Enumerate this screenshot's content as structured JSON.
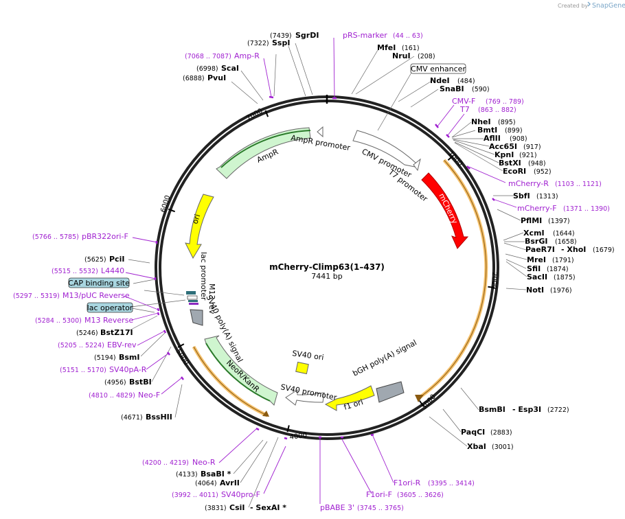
{
  "credit": {
    "prefix": "Created by",
    "brand": "SnapGene"
  },
  "map": {
    "name": "mCherry-Climp63(1–437)",
    "length": "7441 bp",
    "total_bp": 7441
  },
  "ticks": [
    {
      "label": "1000",
      "bp": 1000
    },
    {
      "label": "2000",
      "bp": 2000
    },
    {
      "label": "3000",
      "bp": 3000
    },
    {
      "label": "4000",
      "bp": 4000
    },
    {
      "label": "5000",
      "bp": 5000
    },
    {
      "label": "6000",
      "bp": 6000
    },
    {
      "label": "7000",
      "bp": 7000
    }
  ],
  "sites": [
    {
      "name": "SgrDI",
      "pos": "(7439)",
      "bp": 7439,
      "side": "left"
    },
    {
      "name": "SspI",
      "pos": "(7322)",
      "bp": 7322,
      "side": "left"
    },
    {
      "name": "ScaI",
      "pos": "(6998)",
      "bp": 6998,
      "side": "left"
    },
    {
      "name": "PvuI",
      "pos": "(6888)",
      "bp": 6888,
      "side": "left"
    },
    {
      "name": "MfeI",
      "pos": "(161)",
      "bp": 161,
      "side": "right"
    },
    {
      "name": "NruI",
      "pos": "(208)",
      "bp": 208,
      "side": "right"
    },
    {
      "name": "NdeI",
      "pos": "(484)",
      "bp": 484,
      "side": "right"
    },
    {
      "name": "SnaBI",
      "pos": "(590)",
      "bp": 590,
      "side": "right"
    },
    {
      "name": "NheI",
      "pos": "(895)",
      "bp": 895,
      "side": "right"
    },
    {
      "name": "BmtI",
      "pos": "(899)",
      "bp": 899,
      "side": "right"
    },
    {
      "name": "AflII",
      "pos": "(908)",
      "bp": 908,
      "side": "right"
    },
    {
      "name": "Acc65I",
      "pos": "(917)",
      "bp": 917,
      "side": "right"
    },
    {
      "name": "KpnI",
      "pos": "(921)",
      "bp": 921,
      "side": "right"
    },
    {
      "name": "BstXI",
      "pos": "(948)",
      "bp": 948,
      "side": "right"
    },
    {
      "name": "EcoRI",
      "pos": "(952)",
      "bp": 952,
      "side": "right"
    },
    {
      "name": "SbfI",
      "pos": "(1313)",
      "bp": 1313,
      "side": "right"
    },
    {
      "name": "PflMI",
      "pos": "(1397)",
      "bp": 1397,
      "side": "right"
    },
    {
      "name": "XcmI",
      "pos": "(1644)",
      "bp": 1644,
      "side": "right"
    },
    {
      "name": "BsrGI",
      "pos": "(1658)",
      "bp": 1658,
      "side": "right"
    },
    {
      "name": "PaeR7I",
      "pos": "",
      "bp": 1679,
      "side": "right"
    },
    {
      "name": "- XhoI",
      "pos": "(1679)",
      "bp": 1679,
      "side": "right"
    },
    {
      "name": "MreI",
      "pos": "(1791)",
      "bp": 1791,
      "side": "right"
    },
    {
      "name": "SfiI",
      "pos": "(1874)",
      "bp": 1874,
      "side": "right"
    },
    {
      "name": "SacII",
      "pos": "(1875)",
      "bp": 1875,
      "side": "right"
    },
    {
      "name": "NotI",
      "pos": "(1976)",
      "bp": 1976,
      "side": "right"
    },
    {
      "name": "BsmBI",
      "pos": "",
      "bp": 2722,
      "side": "right"
    },
    {
      "name": "- Esp3I",
      "pos": "(2722)",
      "bp": 2722,
      "side": "right"
    },
    {
      "name": "PaqCI",
      "pos": "(2883)",
      "bp": 2883,
      "side": "right"
    },
    {
      "name": "XbaI",
      "pos": "(3001)",
      "bp": 3001,
      "side": "right"
    },
    {
      "name": "PciI",
      "pos": "(5625)",
      "bp": 5625,
      "side": "left"
    },
    {
      "name": "BstZ17I",
      "pos": "(5246)",
      "bp": 5246,
      "side": "left"
    },
    {
      "name": "BsmI",
      "pos": "(5194)",
      "bp": 5194,
      "side": "left"
    },
    {
      "name": "BstBI",
      "pos": "(4956)",
      "bp": 4956,
      "side": "left"
    },
    {
      "name": "BssHII",
      "pos": "(4671)",
      "bp": 4671,
      "side": "left"
    },
    {
      "name": "BsaBI *",
      "pos": "(4133)",
      "bp": 4133,
      "side": "left"
    },
    {
      "name": "AvrII",
      "pos": "(4064)",
      "bp": 4064,
      "side": "left"
    },
    {
      "name": "CsiI",
      "pos": "(3831)",
      "bp": 3831,
      "side": "left"
    },
    {
      "name": "- SexAI *",
      "pos": "",
      "bp": 3831,
      "side": "left"
    }
  ],
  "primers": [
    {
      "name": "pRS-marker",
      "pos": "(44 .. 63)"
    },
    {
      "name": "Amp-R",
      "pos": "(7068 .. 7087)"
    },
    {
      "name": "CMV-F",
      "pos": "(769 .. 789)"
    },
    {
      "name": "T7",
      "pos": "(863 .. 882)"
    },
    {
      "name": "mCherry-R",
      "pos": "(1103 .. 1121)"
    },
    {
      "name": "mCherry-F",
      "pos": "(1371 .. 1390)"
    },
    {
      "name": "pBR322ori-F",
      "pos": "(5766 .. 5785)"
    },
    {
      "name": "L4440",
      "pos": "(5515 .. 5532)"
    },
    {
      "name": "M13/pUC Reverse",
      "pos": "(5297 .. 5319)"
    },
    {
      "name": "M13 Reverse",
      "pos": "(5284 .. 5300)"
    },
    {
      "name": "EBV-rev",
      "pos": "(5205 .. 5224)"
    },
    {
      "name": "SV40pA-R",
      "pos": "(5151 .. 5170)"
    },
    {
      "name": "Neo-F",
      "pos": "(4810 .. 4829)"
    },
    {
      "name": "Neo-R",
      "pos": "(4200 .. 4219)"
    },
    {
      "name": "SV40pro-F",
      "pos": "(3992 .. 4011)"
    },
    {
      "name": "pBABE 3'",
      "pos": "(3745 .. 3765)"
    },
    {
      "name": "F1ori-F",
      "pos": "(3605 .. 3626)"
    },
    {
      "name": "F1ori-R",
      "pos": "(3395 .. 3414)"
    }
  ],
  "boxed": [
    {
      "name": "CMV enhancer",
      "fill": "#ffffff"
    },
    {
      "name": "CAP binding site",
      "fill": "#a9d6e0"
    },
    {
      "name": "lac operator",
      "fill": "#a9d6e0"
    }
  ],
  "features": [
    {
      "name": "CMV promoter",
      "color": "#ffffff"
    },
    {
      "name": "T7 promoter",
      "color": "#ffffff"
    },
    {
      "name": "mCherry",
      "color": "#ff0000"
    },
    {
      "name": "AmpR promoter",
      "color": "#ffffff"
    },
    {
      "name": "AmpR",
      "color": "#cff5cf"
    },
    {
      "name": "ori",
      "color": "#ffff00"
    },
    {
      "name": "lac promoter",
      "color": "#ffffff"
    },
    {
      "name": "M13 rev",
      "color": "#ffffff"
    },
    {
      "name": "SV40 poly(A) signal",
      "color": "#a0a8b0"
    },
    {
      "name": "NeoR/KanR",
      "color": "#cff5cf"
    },
    {
      "name": "SV40 promoter",
      "color": "#ffffff"
    },
    {
      "name": "SV40 ori",
      "color": "#ffff00"
    },
    {
      "name": "f1 ori",
      "color": "#ffff00"
    },
    {
      "name": "bGH poly(A) signal",
      "color": "#a0a8b0"
    }
  ],
  "colors": {
    "primer": "#a020d0",
    "backbone": "#222222",
    "orf": "#f5c16c"
  }
}
